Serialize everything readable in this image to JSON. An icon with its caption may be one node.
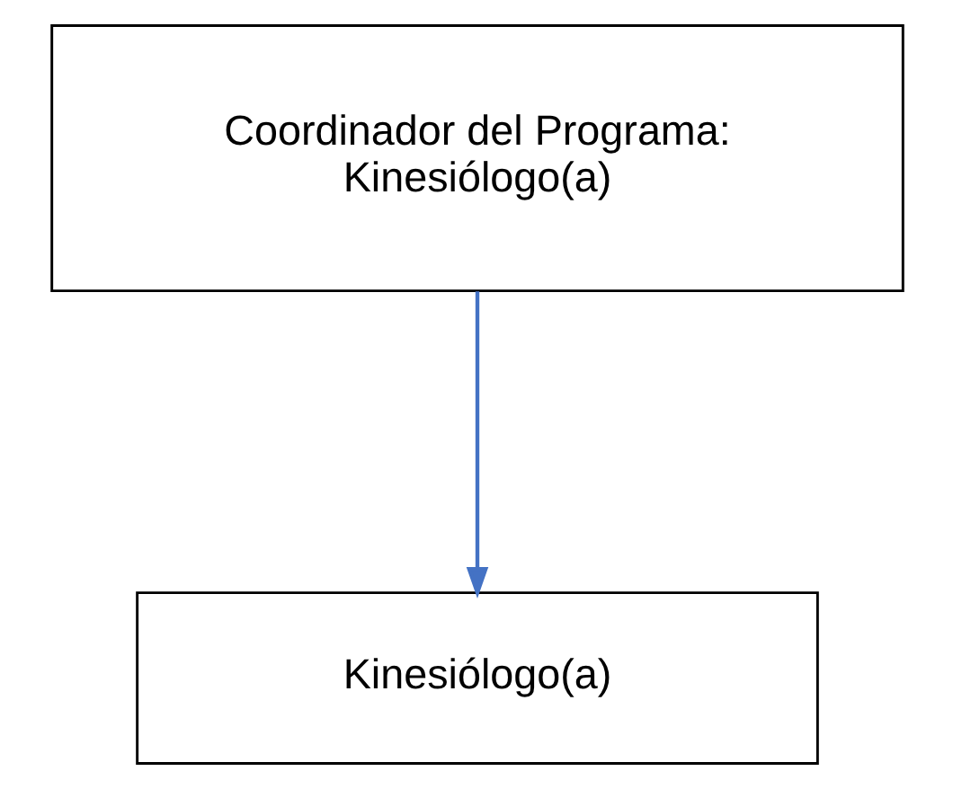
{
  "diagram": {
    "nodes": [
      {
        "text": [
          "Coordinador del Programa: Kinesiólogo(a)"
        ]
      },
      {
        "text": [
          "Kinesiólogo(a)"
        ]
      }
    ],
    "edges": [
      {
        "from": 0,
        "to": 1,
        "arrow": "to",
        "color": "#4472c4"
      }
    ]
  }
}
